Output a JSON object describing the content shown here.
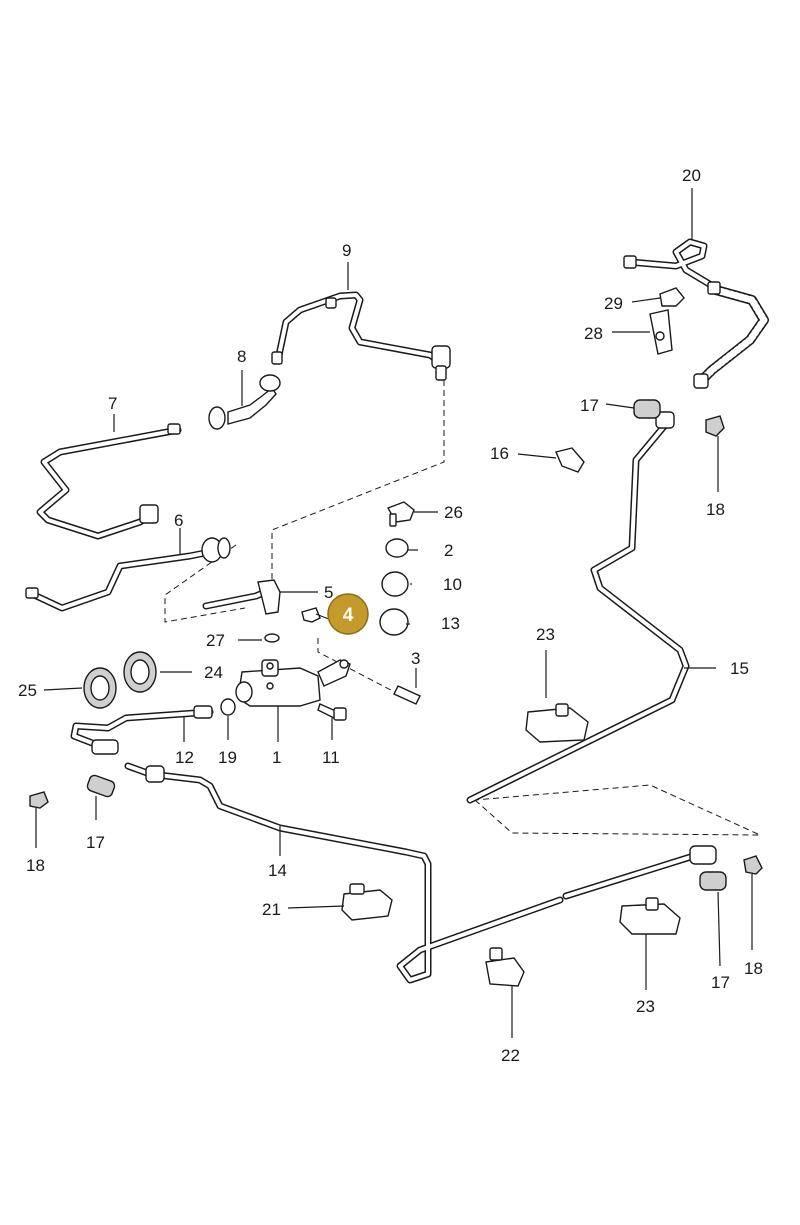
{
  "diagram": {
    "highlight": {
      "label": "4",
      "color": "#c49a2a"
    },
    "callouts": {
      "c1": "1",
      "c2": "2",
      "c3": "3",
      "c5": "5",
      "c6": "6",
      "c7": "7",
      "c8": "8",
      "c9": "9",
      "c10": "10",
      "c11": "11",
      "c12": "12",
      "c13": "13",
      "c14": "14",
      "c15": "15",
      "c16": "16",
      "c17a": "17",
      "c17b": "17",
      "c17c": "17",
      "c18a": "18",
      "c18b": "18",
      "c18c": "18",
      "c19": "19",
      "c20": "20",
      "c21": "21",
      "c22": "22",
      "c23a": "23",
      "c23b": "23",
      "c24": "24",
      "c25": "25",
      "c26": "26",
      "c27": "27",
      "c28": "28",
      "c29": "29"
    }
  }
}
